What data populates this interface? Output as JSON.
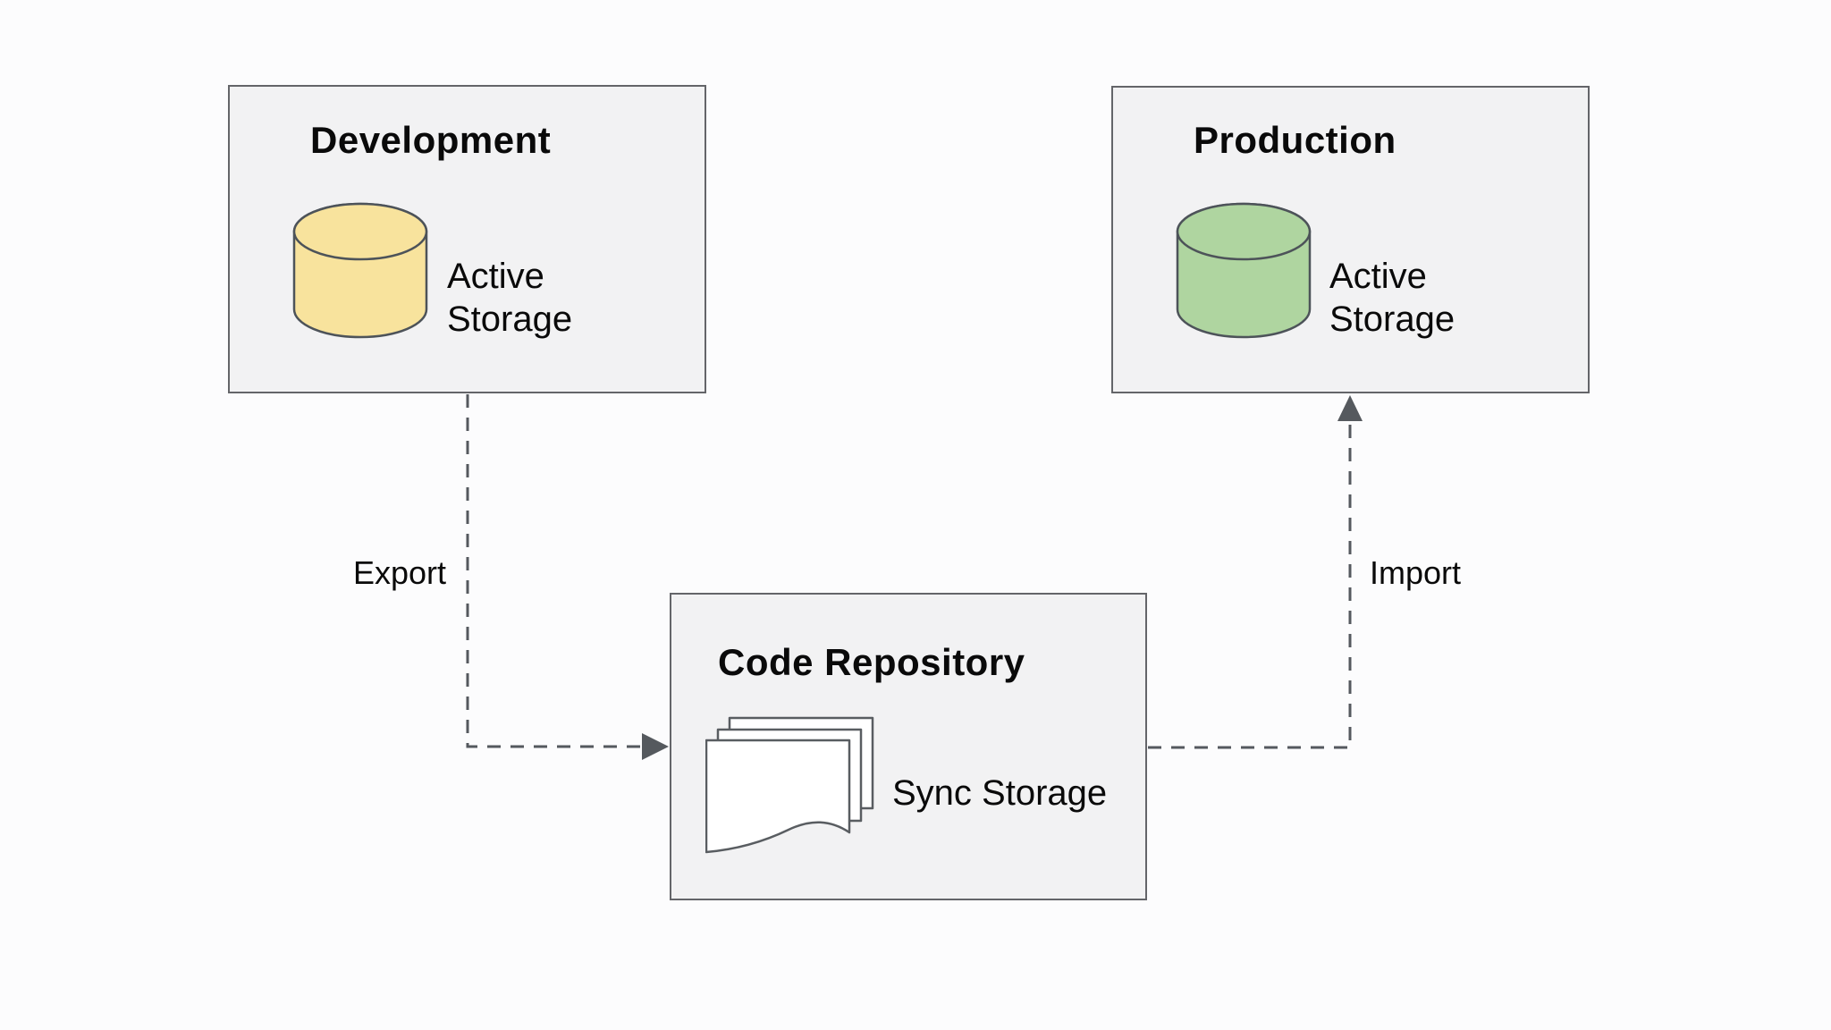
{
  "colors": {
    "background": "#FCFCFD",
    "node_fill": "#F2F2F3",
    "node_border": "#646569",
    "dev_cylinder_fill": "#F8E39D",
    "prod_cylinder_fill": "#AFD5A0",
    "shape_stroke": "#4D5359",
    "document_fill": "#FFFFFF",
    "connector": "#55595E",
    "text": "#0A0A0A"
  },
  "nodes": {
    "development": {
      "title": "Development",
      "storage_label": "Active Storage",
      "icon": "database-cylinder-icon"
    },
    "production": {
      "title": "Production",
      "storage_label": "Active Storage",
      "icon": "database-cylinder-icon"
    },
    "code_repository": {
      "title": "Code Repository",
      "storage_label": "Sync Storage",
      "icon": "documents-stack-icon"
    }
  },
  "connections": [
    {
      "label": "Export",
      "from": "Development",
      "to": "Code Repository",
      "style": "dashed-arrow"
    },
    {
      "label": "Import",
      "from": "Code Repository",
      "to": "Production",
      "style": "dashed-arrow"
    }
  ]
}
